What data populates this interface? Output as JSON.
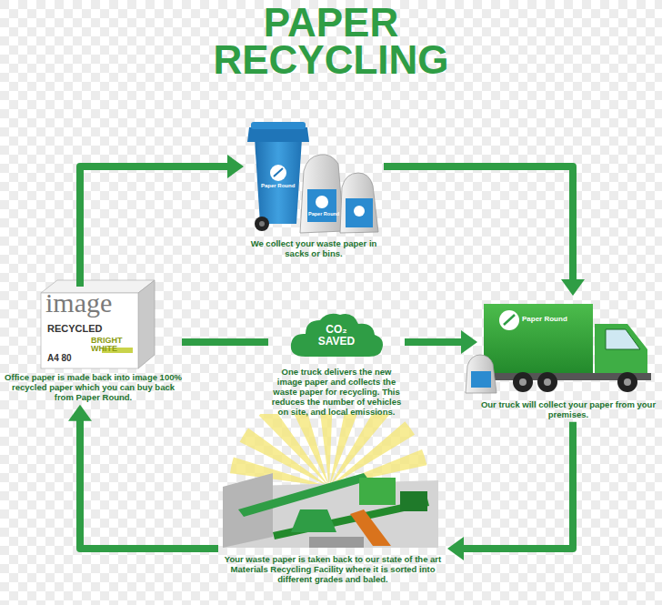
{
  "diagram": {
    "title": "PAPER RECYCLING",
    "nodes": [
      {
        "text": [
          "We collect your waste paper in sacks or bins."
        ]
      },
      {
        "text": [
          "Our truck will collect your paper from your premises."
        ]
      },
      {
        "text": [
          "Your waste paper is taken back to our state of the art Materials Recycling Facility where it is sorted into different grades and baled."
        ]
      },
      {
        "text": [
          "Office paper is made back into image 100% recycled paper which you can buy back from Paper Round."
        ]
      },
      {
        "text": [
          "CO₂ SAVED",
          "One truck delivers the new image paper and collects the waste paper for recycling. This reduces the number of vehicles on site, and local emissions."
        ]
      }
    ],
    "edges": [
      {
        "from": 0,
        "to": 1,
        "arrow": "to"
      },
      {
        "from": 1,
        "to": 2,
        "arrow": "to"
      },
      {
        "from": 2,
        "to": 3,
        "arrow": "to"
      },
      {
        "from": 3,
        "to": 0,
        "arrow": "to"
      },
      {
        "from": 3,
        "to": 4,
        "arrow": "none"
      },
      {
        "from": 4,
        "to": 1,
        "arrow": "to"
      }
    ],
    "labels": [
      "Paper Round",
      "Paper Round",
      "Paper Round",
      "image",
      "RECYCLED",
      "BRIGHT WHITE",
      "A4 80"
    ]
  }
}
